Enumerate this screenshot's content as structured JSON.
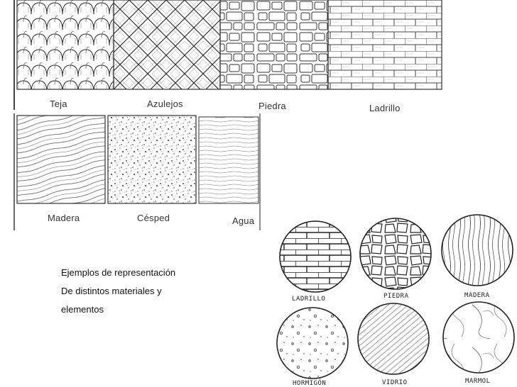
{
  "top_row": {
    "labels": [
      "Teja",
      "Azulejos",
      "Piedra",
      "Ladrillo"
    ]
  },
  "second_row": {
    "labels": [
      "Madera",
      "Césped",
      "Agua"
    ]
  },
  "caption": {
    "line1": "Ejemplos de representación",
    "line2": "De distintos materiales y",
    "line3": "elementos"
  },
  "circles": {
    "labels": [
      "LADRILLO",
      "PIEDRA",
      "MADERA",
      "HORMIGÓN",
      "VIDRIO",
      "MARMOL"
    ]
  },
  "colors": {
    "ink": "#333333",
    "paper": "#ffffff"
  }
}
